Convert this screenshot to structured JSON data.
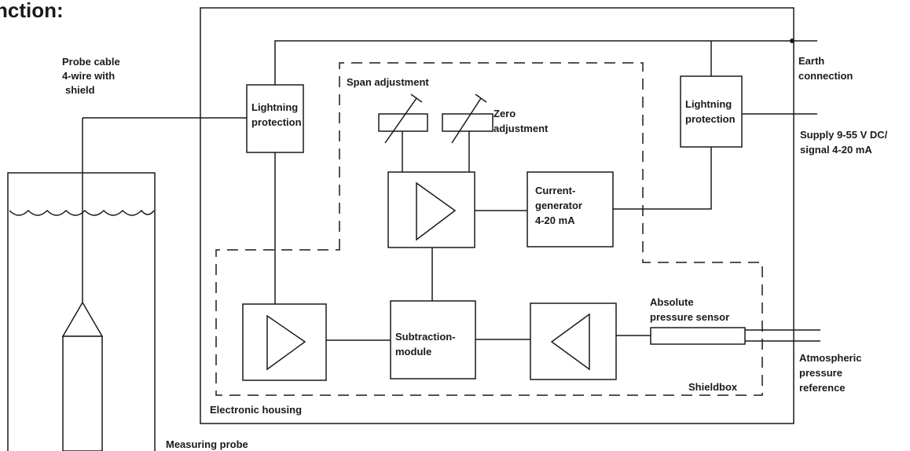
{
  "title": "nction:",
  "labels": {
    "probe_cable_1": "Probe cable",
    "probe_cable_2": "4-wire with",
    "probe_cable_3": "shield",
    "lightning_left_1": "Lightning",
    "lightning_left_2": "protection",
    "span_adjustment": "Span adjustment",
    "zero_1": "Zero",
    "zero_2": "adjustment",
    "current_gen_1": "Current-",
    "current_gen_2": "generator",
    "current_gen_3": "4-20 mA",
    "lightning_right_1": "Lightning",
    "lightning_right_2": "protection",
    "earth_1": "Earth",
    "earth_2": "connection",
    "supply_1": "Supply  9-55 V DC/",
    "supply_2": "signal 4-20 mA",
    "subtraction_1": "Subtraction-",
    "subtraction_2": "module",
    "abs_sensor_1": "Absolute",
    "abs_sensor_2": "pressure sensor",
    "atm_1": "Atmospheric",
    "atm_2": "pressure",
    "atm_3": "reference",
    "shieldbox": "Shieldbox",
    "electronic_housing": "Electronic housing",
    "measuring_probe": "Measuring probe"
  }
}
